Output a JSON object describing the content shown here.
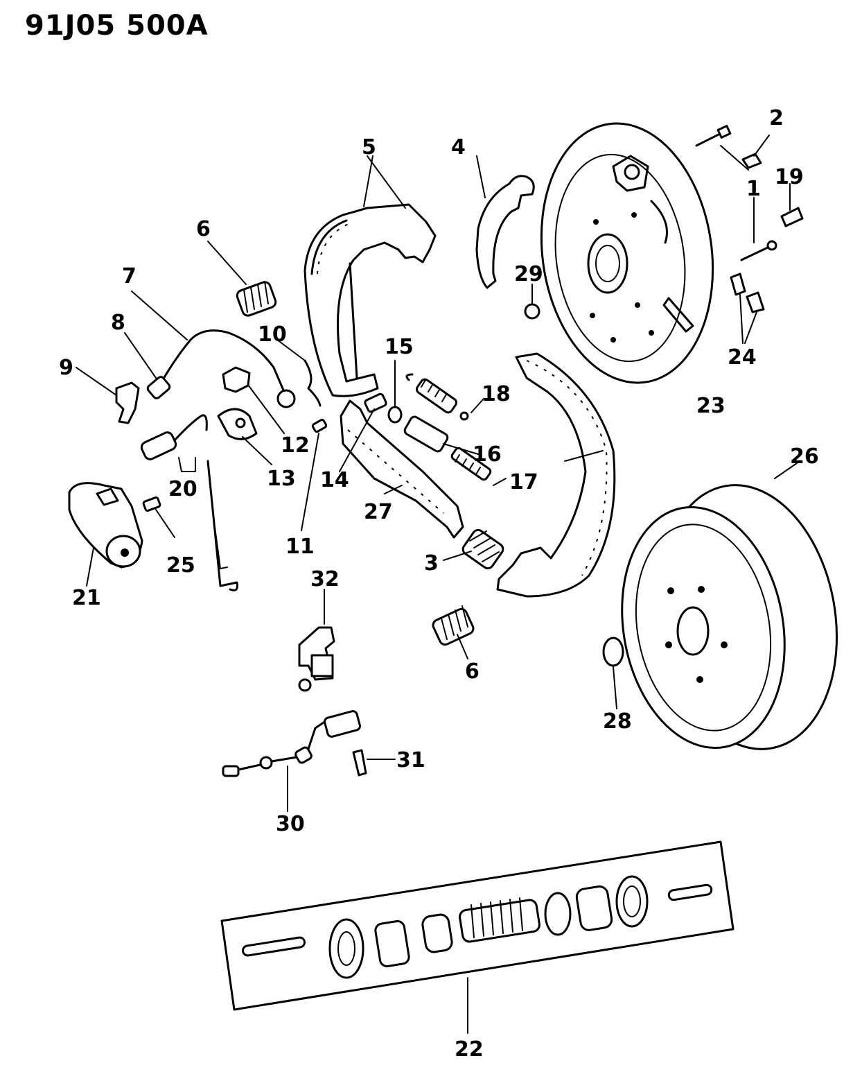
{
  "drawing_code": "91J05  500A",
  "callouts": {
    "c1": "1",
    "c2": "2",
    "c3": "3",
    "c4": "4",
    "c5": "5",
    "c6a": "6",
    "c6b": "6",
    "c7": "7",
    "c8": "8",
    "c9": "9",
    "c10": "10",
    "c11": "11",
    "c12": "12",
    "c13": "13",
    "c14": "14",
    "c15": "15",
    "c16": "16",
    "c17": "17",
    "c18": "18",
    "c19": "19",
    "c20": "20",
    "c21": "21",
    "c22": "22",
    "c23": "23",
    "c24": "24",
    "c25": "25",
    "c26": "26",
    "c27": "27",
    "c28": "28",
    "c29": "29",
    "c30": "30",
    "c31": "31",
    "c32": "32"
  }
}
